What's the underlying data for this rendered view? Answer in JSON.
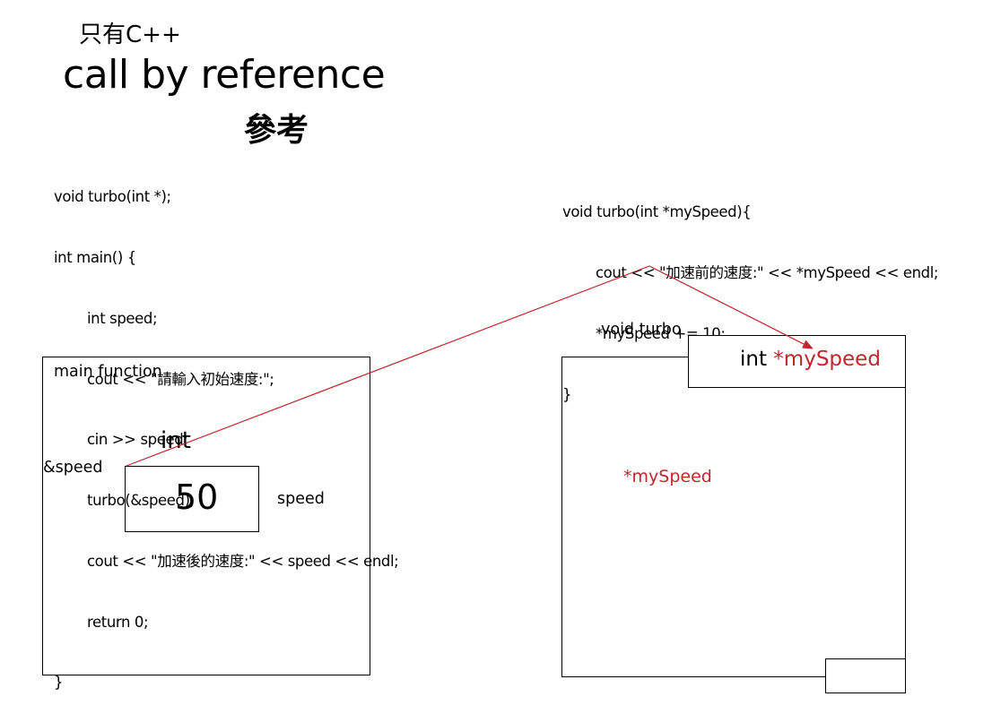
{
  "header": {
    "only_cpp": "只有C++",
    "title": "call by reference",
    "subtitle": "參考"
  },
  "code_left": {
    "lines": [
      "void turbo(int *);",
      "int main() {",
      "int speed;",
      "cout << \"請輸入初始速度:\";",
      "cin >> speed;",
      "turbo(&speed);",
      "cout << \"加速後的速度:\" << speed << endl;",
      "return 0;",
      "}"
    ]
  },
  "code_right": {
    "lines": [
      "void turbo(int *mySpeed){",
      "cout << \"加速前的速度:\" << *mySpeed << endl;",
      "*mySpeed += 10;",
      "}"
    ]
  },
  "main_frame": {
    "label": "main function",
    "type_label": "int",
    "value": "50",
    "address_label": "&speed",
    "var_name": "speed"
  },
  "turbo_frame": {
    "label": "void turbo",
    "param_type": "int ",
    "param_name": "*mySpeed",
    "deref_label": "*mySpeed"
  },
  "colors": {
    "accent_red": "#c0272d",
    "line": "#000000"
  }
}
